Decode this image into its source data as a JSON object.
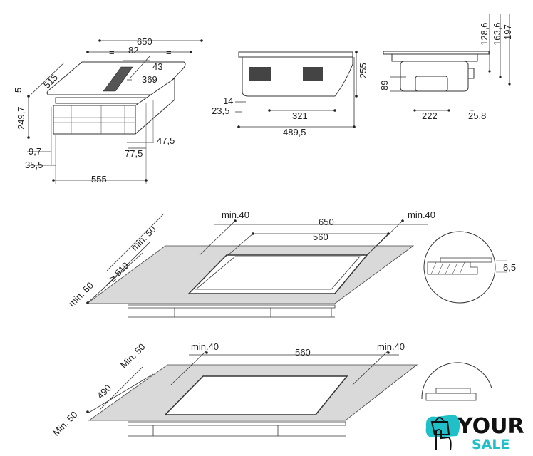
{
  "top_left_view": {
    "width": "650",
    "equal_left": "=",
    "vent_width": "82",
    "equal_right": "=",
    "vent_offset": "43",
    "vent_length": "369",
    "depth": "515",
    "glass_thickness": "5",
    "total_height": "249,7",
    "offset_a": "9,7",
    "offset_b": "35,5",
    "bottom_width": "555",
    "rear_offset_a": "47,5",
    "rear_offset_b": "77,5"
  },
  "side_view": {
    "height": "255",
    "offset_14": "14",
    "offset_23": "23,5",
    "inner_width": "321",
    "total_width": "489,5"
  },
  "rear_view": {
    "h1": "128,6",
    "h2": "163,6",
    "h3": "197",
    "outlet_height": "89",
    "outlet_width": "222",
    "outlet_offset": "25,8"
  },
  "flush_install": {
    "margin_left": "min.40",
    "width": "650",
    "margin_right": "min.40",
    "cutout_width": "560",
    "rear_margin": "min. 50",
    "cutout_depth": "≥ 519",
    "front_margin": "min. 50",
    "rebate_depth": "6,5"
  },
  "standard_install": {
    "margin_left": "min.40",
    "cutout_width": "560",
    "margin_right": "min.40",
    "rear_margin": "Min. 50",
    "cutout_depth": "490",
    "front_margin": "Min. 50"
  },
  "logo": {
    "line1": "YOUR",
    "line2": "SALE",
    "accent": "#1fc0c8"
  }
}
